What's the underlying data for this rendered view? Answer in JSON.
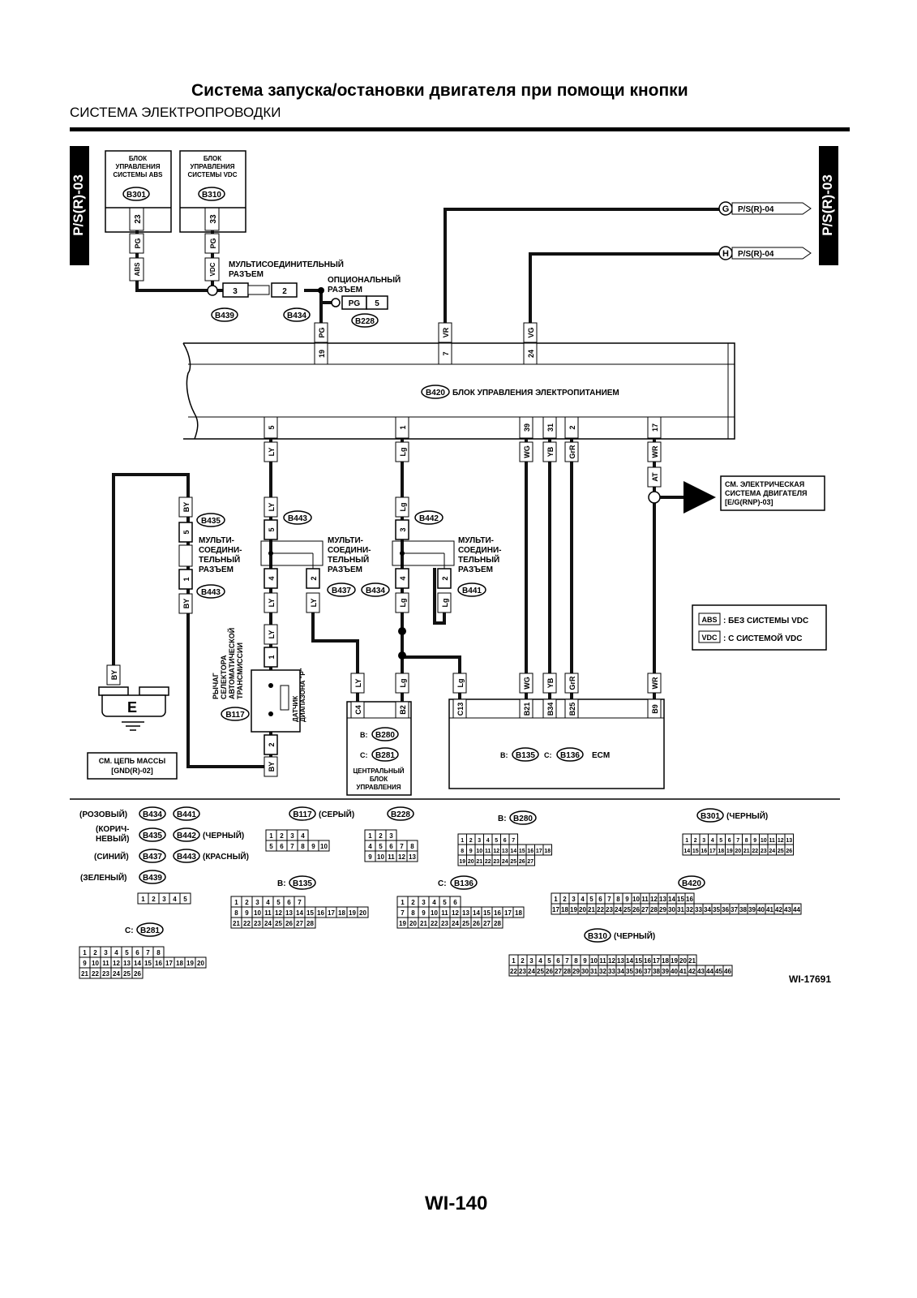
{
  "page": {
    "title": "Система запуска/остановки двигателя при помощи кнопки",
    "subtitle": "СИСТЕМА ЭЛЕКТРОПРОВОДКИ",
    "page_number": "WI-140",
    "figure_id": "WI-17691"
  },
  "side_tabs": {
    "left": "P/S(R)-03",
    "right": "P/S(R)-03"
  },
  "modules": {
    "abs": {
      "lines": [
        "БЛОК",
        "УПРАВЛЕНИЯ",
        "СИСТЕМЫ ABS"
      ],
      "connector": "B301",
      "pin": "23"
    },
    "vdc": {
      "lines": [
        "БЛОК",
        "УПРАВЛЕНИЯ",
        "СИСТЕМЫ VDC"
      ],
      "connector": "B310",
      "pin": "33"
    },
    "power": {
      "connector": "B420",
      "label": "БЛОК УПРАВЛЕНИЯ ЭЛЕКТРОПИТАНИЕМ"
    },
    "ecm": {
      "b": "B:",
      "b_conn": "B135",
      "c": "C:",
      "c_conn": "B136",
      "label": "ECM"
    },
    "central": {
      "b": "B:",
      "b_conn": "B280",
      "c": "C:",
      "c_conn": "B281",
      "lines": [
        "ЦЕНТРАЛЬНЫЙ",
        "БЛОК",
        "УПРАВЛЕНИЯ"
      ]
    },
    "selector": {
      "lines": [
        "РЫЧАГ",
        "СЕЛЕКТОРА",
        "АВТОМАТИЧЕСКОЙ",
        "ТРАНСМИССИИ"
      ],
      "sensor_lines": [
        "ДАТЧИК",
        "ДИАПАЗОНА \"P\""
      ],
      "connector": "B117"
    }
  },
  "off_page": {
    "g": {
      "letter": "G",
      "ref": "P/S(R)-04"
    },
    "h": {
      "letter": "H",
      "ref": "P/S(R)-04"
    }
  },
  "wires": {
    "pg": "PG",
    "vr": "VR",
    "vg": "VG",
    "ly": "LY",
    "lg": "Lg",
    "wg": "WG",
    "yb": "YB",
    "grr": "GrR",
    "wr": "WR",
    "by": "BY",
    "at": "AT",
    "abs": "ABS",
    "vdc": "VDC"
  },
  "pins": {
    "p19": "19",
    "p7": "7",
    "p24": "24",
    "p5": "5",
    "p1": "1",
    "p39": "39",
    "p31": "31",
    "p2": "2",
    "p17": "17",
    "p3": "3",
    "p4": "4",
    "p9": "5",
    "c4": "C4",
    "b2": "B2",
    "c13": "C13",
    "b21": "B21",
    "b34": "B34",
    "b25": "B25",
    "b9": "B9"
  },
  "multi_connector_top": {
    "lines": [
      "МУЛЬТИСОЕДИНИТЕЛЬНЫЙ",
      "РАЗЪЕМ"
    ],
    "pin_a": "3",
    "pin_b": "2",
    "conn_a": "B439",
    "conn_b": "B434"
  },
  "optional_connector": {
    "lines": [
      "ОПЦИОНАЛЬНЫЙ",
      "РАЗЪЕМ"
    ],
    "wire": "PG",
    "pin": "5",
    "conn": "B228"
  },
  "multi_left": {
    "lines": [
      "МУЛЬТИ-",
      "СОЕДИНИ-",
      "ТЕЛЬНЫЙ",
      "РАЗЪЕМ"
    ],
    "top": "B435",
    "bottom": "B443",
    "pin_top": "5",
    "pin_bottom": "1"
  },
  "multi_mid": {
    "lines": [
      "МУЛЬТИ-",
      "СОЕДИНИ-",
      "ТЕЛЬНЫЙ",
      "РАЗЪЕМ"
    ],
    "top": "B443",
    "left": "B437",
    "right": "B434"
  },
  "multi_right": {
    "lines": [
      "МУЛЬТИ-",
      "СОЕДИНИ-",
      "ТЕЛЬНЫЙ",
      "РАЗЪЕМ"
    ],
    "top": "B442",
    "bottom": "B441"
  },
  "engine_ref": {
    "lines": [
      "СМ. ЭЛЕКТРИЧЕСКАЯ",
      "СИСТЕМА ДВИГАТЕЛЯ",
      "[E/G(RNP)-03]"
    ]
  },
  "ground_ref": {
    "letter": "E",
    "lines": [
      "СМ. ЦЕПЬ МАССЫ",
      "[GND(R)-02]"
    ]
  },
  "legend": [
    {
      "tag": "ABS",
      "text": ": БЕЗ СИСТЕМЫ VDC"
    },
    {
      "tag": "VDC",
      "text": ": С СИСТЕМОЙ VDC"
    }
  ],
  "connector_colors": {
    "pink": "(РОЗОВЫЙ)",
    "brown_1": "(КОРИЧ-",
    "brown_2": "НЕВЫЙ)",
    "blue": "(СИНИЙ)",
    "green": "(ЗЕЛЕНЫЙ)",
    "black": "(ЧЕРНЫЙ)",
    "red": "(КРАСНЫЙ)",
    "gray": "(СЕРЫЙ)",
    "b434": "B434",
    "b441": "B441",
    "b435": "B435",
    "b442": "B442",
    "b437": "B437",
    "b443": "B443",
    "b439": "B439",
    "b117": "B117",
    "b228": "B228",
    "b280": "B280",
    "b301": "B301",
    "b135": "B135",
    "b136": "B136",
    "b420": "B420",
    "b281": "B281",
    "b310": "B310",
    "prefix_b": "B:",
    "prefix_c": "C:"
  },
  "colors": {
    "ink": "#000000",
    "wire": "#111111",
    "paper": "#ffffff"
  }
}
